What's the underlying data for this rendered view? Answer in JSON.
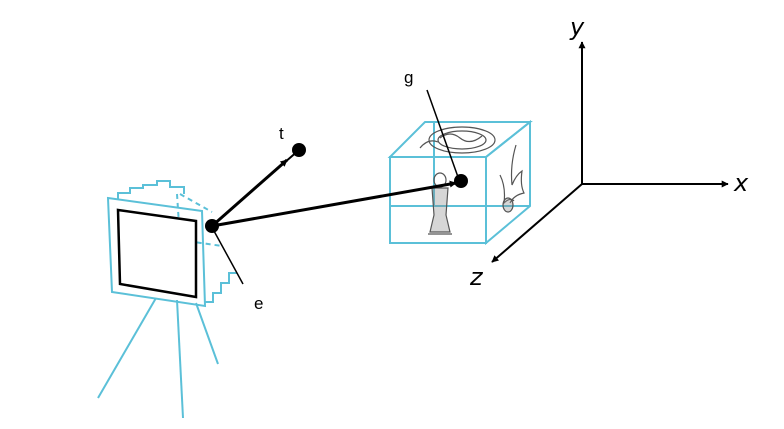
{
  "labels": {
    "t": "t",
    "g": "g",
    "e": "e"
  },
  "axes": {
    "x": "x",
    "y": "y",
    "z": "z"
  },
  "colors": {
    "wireframe": "#5bc0d8",
    "ink": "#000000",
    "art": "#555555",
    "background": "#ffffff"
  },
  "icons": {
    "camera": "camera-on-tripod-icon",
    "cube": "textured-cube-icon"
  }
}
